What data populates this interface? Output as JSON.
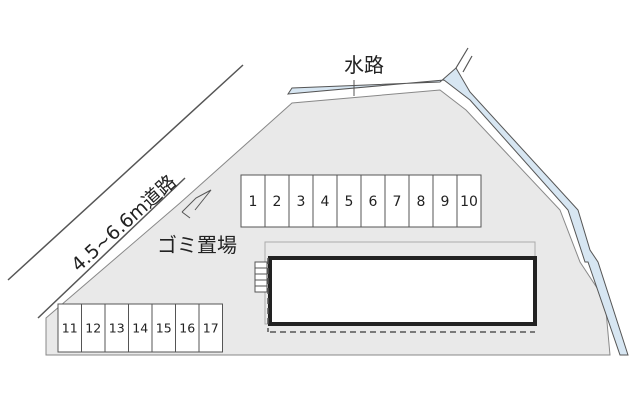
{
  "labels": {
    "waterway": "水路",
    "road": "4.5~6.6m道路",
    "garbage": "ゴミ置場"
  },
  "parking_upper": [
    "1",
    "2",
    "3",
    "4",
    "5",
    "6",
    "7",
    "8",
    "9",
    "10"
  ],
  "parking_lower": [
    "11",
    "12",
    "13",
    "14",
    "15",
    "16",
    "17"
  ],
  "colors": {
    "lot": "#e9e9e9",
    "water": "#d7e6f2",
    "line": "#555555",
    "building": "#ffffff"
  }
}
